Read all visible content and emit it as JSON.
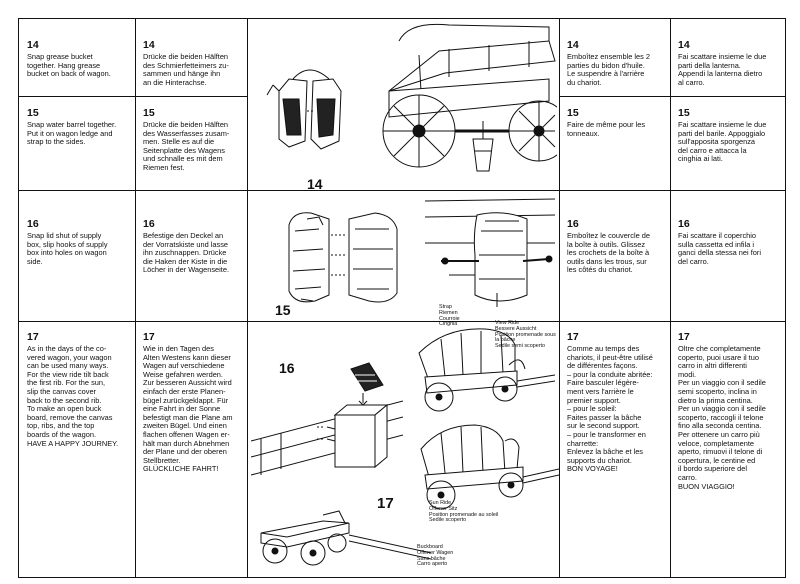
{
  "steps": [
    {
      "number": "14",
      "en": "Snap grease bucket\ntogether. Hang grease\nbucket on back of wagon.",
      "de": "Drücke die beiden Hälften\ndes Schmierfetteimers zu-\nsammen und hänge ihn\nan die Hinterachse.",
      "fr": "Emboîtez ensemble les 2\nparties du bidon d'huile.\nLe suspendre à l'arrière\ndu chariot.",
      "it": "Fai scattare insieme le due\nparti della lanterna.\nAppendi la lanterna dietro\nal carro."
    },
    {
      "number": "15",
      "en": "Snap water barrel together.\nPut it on wagon ledge and\nstrap to the sides.",
      "de": "Drücke die beiden Hälften\ndes Wasserfasses zusam-\nmen. Stelle es auf die\nSeitenplatte des Wagens\nund schnalle es mit dem\nRiemen fest.",
      "fr": "Faire de même pour les\ntonneaux.",
      "it": "Fai scattare insieme le due\nparti del barile. Appoggialo\nsull'apposita sporgenza\ndel carro e attacca la\ncinghia ai lati."
    },
    {
      "number": "16",
      "en": "Snap lid shut of supply\nbox, slip hooks of supply\nbox into holes on wagon\nside.",
      "de": "Befestige den Deckel an\nder Vorratskiste und lasse\nihn zuschnappen. Drücke\ndie Haken der Kiste in die\nLöcher in der Wagenseite.",
      "fr": "Emboîtez le couvercle de\nla boîte à outils. Glissez\nles crochets de la boîte à\noutils dans les trous, sur\nles côtés du chariot.",
      "it": "Fai scattare il coperchio\nsulla cassetta ed infila i\nganci della stessa nei fori\ndel carro."
    },
    {
      "number": "17",
      "en": "As in the days of the co-\nvered wagon, your wagon\ncan be used many ways.\nFor the view ride tilt back\nthe first rib. For the sun,\nslip the canvas cover\nback to the second rib.\nTo make an open buck\nboard, remove the canvas\ntop, ribs, and the top\nboards of the wagon.\nHAVE A HAPPY JOURNEY.",
      "de": "Wie in den Tagen des\nAlten Westens kann dieser\nWagen auf verschiedene\nWeise gefahren werden.\nZur besseren Aussicht wird\neinfach der erste Planen-\nbügel zurückgeklappt. Für\neine Fahrt in der Sonne\nbefestigt man die Plane am\nzweiten Bügel. Und einen\nflachen offenen Wagen er-\nhält man durch Abnehmen\nder Plane und der oberen\nStellbretter.\nGLÜCKLICHE FAHRT!",
      "fr": "Comme au temps des\nchariots, il peut-être utilisé\nde différentes façons.\n– pour la conduite abritée:\n   Faire basculer légère-\n   ment vers l'arrière le\n   premier support.\n– pour le soleil:\n   Faites passer la bâche\n   sur le second support.\n– pour le transformer en\n   charrette:\n   Enlevez la bâche et les\n   supports du chariot.\nBON VOYAGE!",
      "it": "Oltre che completamente\ncoperto, puoi usare il tuo\ncarro in altri differenti\nmodi.\nPer un viaggio con il sedile\nsemi scoperto, inclina in\ndietro la prima centina.\nPer un viaggio con il sedile\nscoperto, raccogli il telone\nfino alla seconda centina.\nPer ottenere un carro più\nveloce, completamente\naperto, rimuovi il telone di\ncopertura, le centine ed\nil bordo superiore del\ncarro.\nBUON VIAGGIO!"
    }
  ],
  "figures": {
    "fig14": "14",
    "fig15": "15",
    "fig16": "16",
    "fig17": "17",
    "strap_label": "Strap\nRiemen\nCourroie\nCinghia",
    "view_ride_label": "View Ride\nBessere Aussicht\nPosition promenade sous\nla bâche\nSedile semi scoperto",
    "sun_ride_label": "Sun Ride\nOffener Sitz\nPosition promenade au soleil\nSedile scoperto",
    "buckboard_label": "Buckboard\nOffener Wagen\nSans bâche\nCarro aperto"
  }
}
